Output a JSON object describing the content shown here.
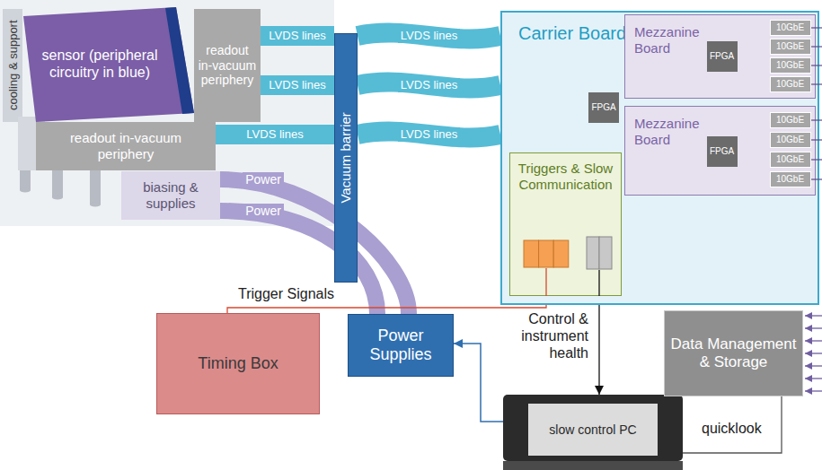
{
  "diagram": {
    "nodes": [
      {
        "text": [
          "sensor (peripheral circuitry in blue)"
        ]
      },
      {
        "text": [
          "readout in-vacuum periphery"
        ]
      },
      {
        "text": [
          "readout in-vacuum periphery"
        ]
      },
      {
        "text": [
          "biasing & supplies"
        ]
      },
      {
        "text": [
          "Vacuum barrier"
        ]
      },
      {
        "text": [
          "Carrier Board"
        ]
      },
      {
        "text": [
          "FPGA"
        ],
        "in": 5
      },
      {
        "text": [
          "Mezzanine Board"
        ],
        "in": 5
      },
      {
        "text": [
          "FPGA"
        ],
        "in": 7
      },
      {
        "text": [
          "10GbE"
        ],
        "in": 7
      },
      {
        "text": [
          "10GbE"
        ],
        "in": 7
      },
      {
        "text": [
          "10GbE"
        ],
        "in": 7
      },
      {
        "text": [
          "10GbE"
        ],
        "in": 7
      },
      {
        "text": [
          "Mezzanine Board"
        ],
        "in": 5
      },
      {
        "text": [
          "FPGA"
        ],
        "in": 13
      },
      {
        "text": [
          "10GbE"
        ],
        "in": 13
      },
      {
        "text": [
          "10GbE"
        ],
        "in": 13
      },
      {
        "text": [
          "10GbE"
        ],
        "in": 13
      },
      {
        "text": [
          "10GbE"
        ],
        "in": 13
      },
      {
        "text": [
          "Triggers & Slow Communication"
        ],
        "in": 5
      },
      {
        "text": [
          "Timing Box"
        ]
      },
      {
        "text": [
          "Power Supplies"
        ]
      },
      {
        "text": [
          "slow control PC"
        ]
      },
      {
        "text": [
          "Data Management & Storage"
        ]
      }
    ],
    "edges": [
      {
        "from": 1,
        "to": 4,
        "label": "LVDS lines",
        "arrow": "none"
      },
      {
        "from": 1,
        "to": 4,
        "label": "LVDS lines",
        "arrow": "none"
      },
      {
        "from": 2,
        "to": 4,
        "label": "LVDS lines",
        "arrow": "none"
      },
      {
        "from": 4,
        "to": 5,
        "label": "LVDS lines",
        "arrow": "none"
      },
      {
        "from": 4,
        "to": 5,
        "label": "LVDS lines",
        "arrow": "none"
      },
      {
        "from": 4,
        "to": 5,
        "label": "LVDS lines",
        "arrow": "none"
      },
      {
        "from": 21,
        "to": 3,
        "label": "Power",
        "arrow": "none"
      },
      {
        "from": 21,
        "to": 3,
        "label": "Power",
        "arrow": "none"
      },
      {
        "from": 20,
        "to": 19,
        "label": "Trigger Signals",
        "arrow": "none"
      },
      {
        "from": 19,
        "to": 22,
        "label": "Control & instrument health",
        "arrow": "both"
      },
      {
        "from": 22,
        "to": 21,
        "arrow": "to"
      },
      {
        "from": 23,
        "to": 22,
        "label": "quicklook",
        "arrow": "none"
      }
    ],
    "labels": [
      "cooling & support"
    ]
  }
}
